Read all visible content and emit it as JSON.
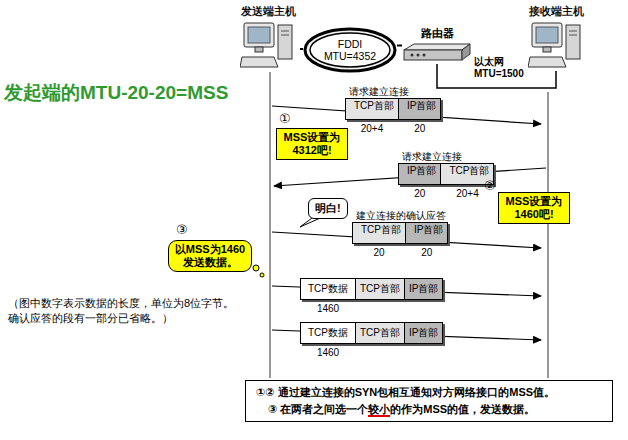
{
  "diagram": {
    "title": "发起端的MTU-20-20=MSS",
    "nodes": [
      {
        "text": [
          "发送端主机"
        ]
      },
      {
        "text": [
          "FDDI MTU=4352"
        ]
      },
      {
        "text": [
          "路由器"
        ]
      },
      {
        "text": [
          "接收端主机"
        ]
      },
      {
        "text": [
          "请求建立连接"
        ]
      },
      {
        "text": [
          "TCP首部"
        ],
        "in": 4
      },
      {
        "text": [
          "IP首部"
        ],
        "in": 4
      },
      {
        "text": [
          "MSS设置为 4312吧!"
        ]
      },
      {
        "text": [
          "请求建立连接"
        ]
      },
      {
        "text": [
          "IP首部"
        ],
        "in": 8
      },
      {
        "text": [
          "TCP首部"
        ],
        "in": 8
      },
      {
        "text": [
          "MSS设置为 1460吧!"
        ]
      },
      {
        "text": [
          "明白!"
        ]
      },
      {
        "text": [
          "建立连接的确认应答"
        ]
      },
      {
        "text": [
          "TCP首部"
        ],
        "in": 13
      },
      {
        "text": [
          "IP首部"
        ],
        "in": 13
      },
      {
        "text": [
          "以MSS为1460 发送数据。"
        ]
      },
      {
        "text": [
          "TCP数据"
        ]
      },
      {
        "text": [
          "TCP首部"
        ]
      },
      {
        "text": [
          "IP首部"
        ]
      },
      {
        "text": [
          "TCP数据"
        ]
      },
      {
        "text": [
          "TCP首部"
        ]
      },
      {
        "text": [
          "IP首部"
        ]
      },
      {
        "text": [
          "①② 通过建立连接的SYN包相互通知对方网络接口的MSS值。",
          "③ 在两者之间选一个较小的作为MSS的值，发送数据。"
        ]
      }
    ],
    "edges": [
      {
        "from": 0,
        "to": 1,
        "arrow": "none"
      },
      {
        "from": 1,
        "to": 2,
        "arrow": "none"
      },
      {
        "from": 2,
        "to": 3,
        "label": "以太网 MTU=1500",
        "arrow": "none"
      }
    ],
    "labels": [
      "①",
      "20+4",
      "20",
      "②",
      "20",
      "20+4",
      "20",
      "20",
      "③",
      "（图中数字表示数据的长度，单位为8位字节。 确认应答的段有一部分已省略。）",
      "1460",
      "1460"
    ]
  }
}
